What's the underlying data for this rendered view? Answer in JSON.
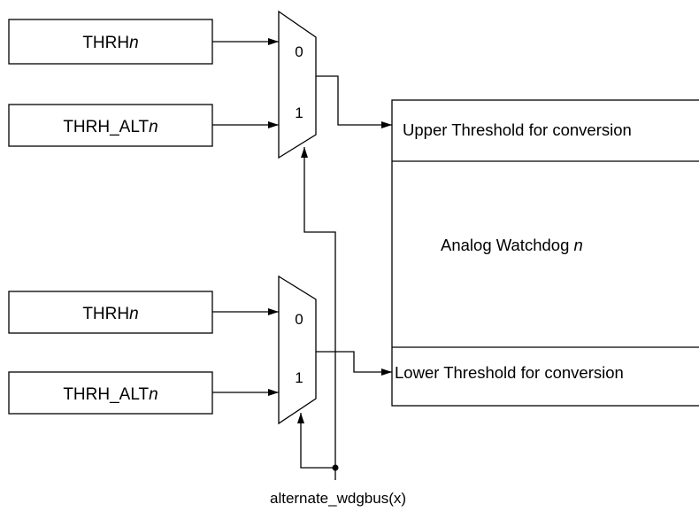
{
  "upper_group": {
    "reg1": {
      "base": "THRH",
      "suffix": "n"
    },
    "reg2": {
      "base": "THRH_ALT",
      "suffix": "n"
    },
    "mux": {
      "input0": "0",
      "input1": "1"
    }
  },
  "lower_group": {
    "reg1": {
      "base": "THRH",
      "suffix": "n"
    },
    "reg2": {
      "base": "THRH_ALT",
      "suffix": "n"
    },
    "mux": {
      "input0": "0",
      "input1": "1"
    }
  },
  "watchdog": {
    "upper_threshold": "Upper Threshold for conversion",
    "title_base": "Analog Watchdog ",
    "title_suffix": "n",
    "lower_threshold": "Lower Threshold for conversion"
  },
  "select_signal": "alternate_wdgbus(x)"
}
